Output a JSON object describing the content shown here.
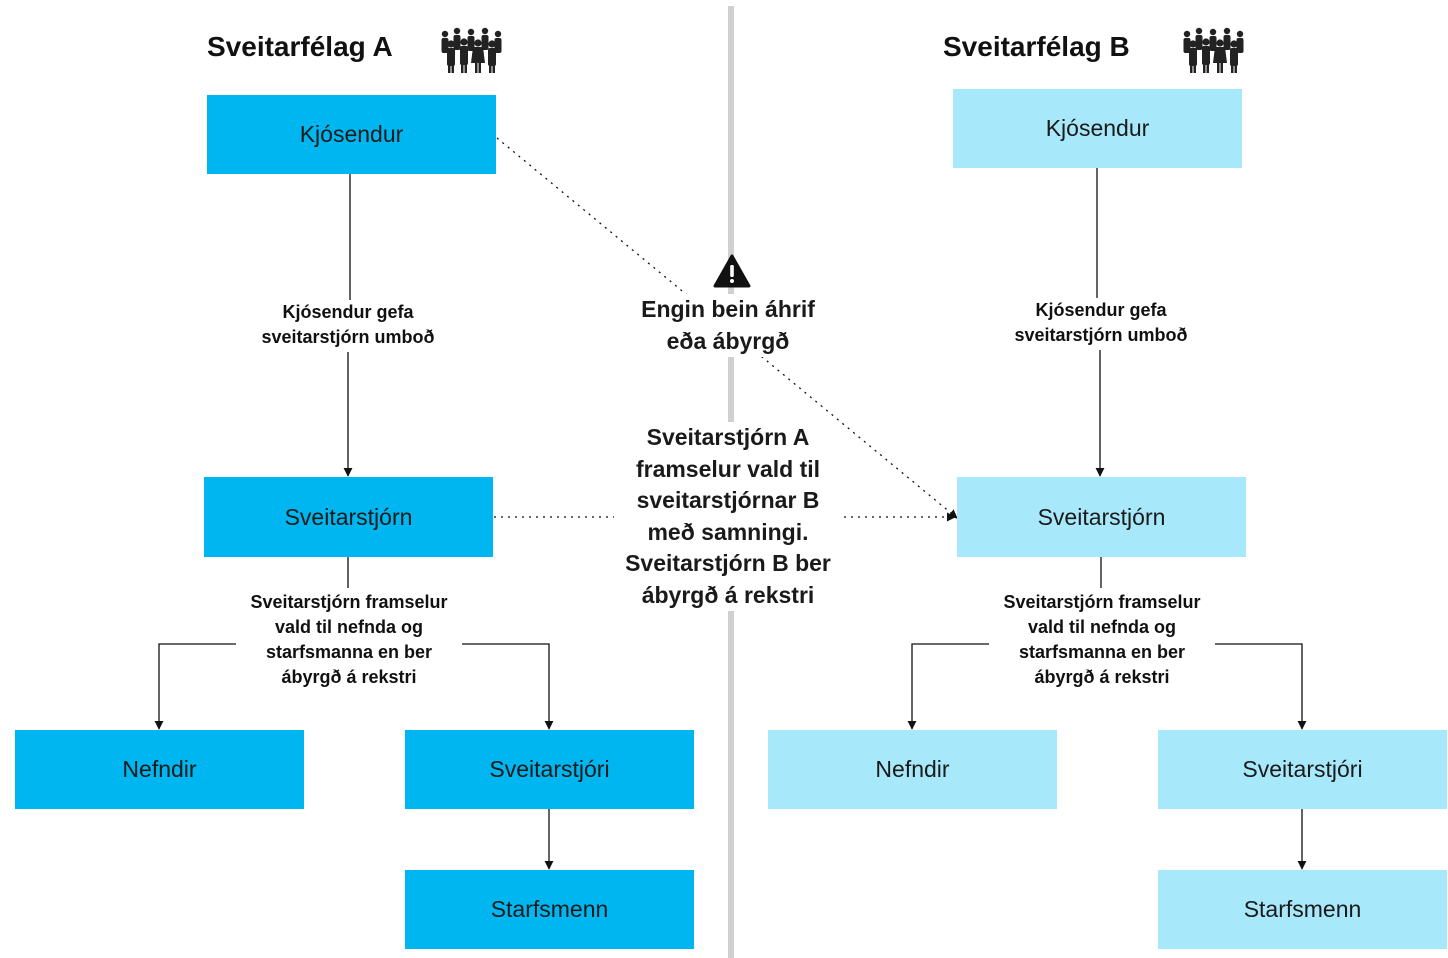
{
  "colors": {
    "primary_box": "#00b6f0",
    "secondary_box": "#a8e8fb",
    "divider": "#d0d0d0",
    "line": "#111111"
  },
  "icons": {
    "people": "people-group-icon",
    "warning": "warning-icon"
  },
  "municipality_a": {
    "title": "Sveitarfélag A",
    "voters": "Kjósendur",
    "mandate_label": [
      "Kjósendur gefa",
      "sveitarstjórn umboð"
    ],
    "council": "Sveitarstjórn",
    "delegation_label": [
      "Sveitarstjórn framselur",
      "vald til nefnda og",
      "starfsmanna en ber",
      "ábyrgð á rekstri"
    ],
    "committees": "Nefndir",
    "manager": "Sveitarstjóri",
    "staff": "Starfsmenn"
  },
  "municipality_b": {
    "title": "Sveitarfélag B",
    "voters": "Kjósendur",
    "mandate_label": [
      "Kjósendur gefa",
      "sveitarstjórn umboð"
    ],
    "council": "Sveitarstjórn",
    "delegation_label": [
      "Sveitarstjórn framselur",
      "vald til nefnda og",
      "starfsmanna en ber",
      "ábyrgð á rekstri"
    ],
    "committees": "Nefndir",
    "manager": "Sveitarstjóri",
    "staff": "Starfsmenn"
  },
  "middle": {
    "no_influence": [
      "Engin bein áhrif",
      "eða ábyrgð"
    ],
    "delegation_note": [
      "Sveitarstjórn A",
      "framselur vald til",
      "sveitarstjórnar B",
      "með samningi.",
      "Sveitarstjórn B ber",
      "ábyrgð á rekstri"
    ]
  }
}
